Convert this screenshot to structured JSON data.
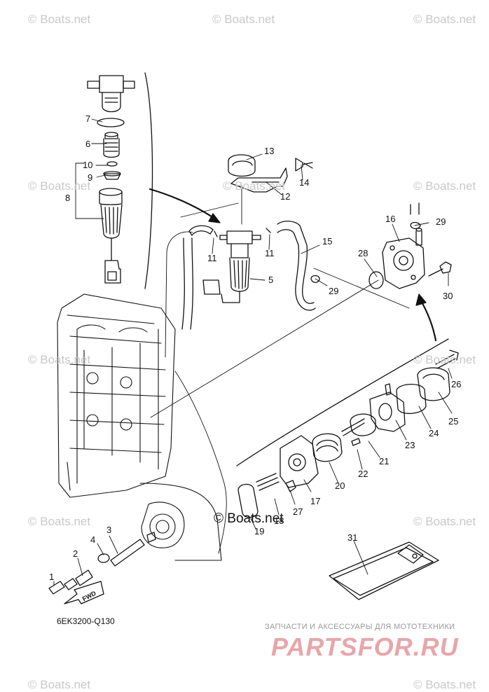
{
  "watermark": "© Boats.net",
  "copyright": "© Boats.net",
  "diagram_code": "6EK3200-Q130",
  "fwd_label": "FWD",
  "brand": {
    "tagline": "ЗАПЧАСТИ И АКСЕССУАРЫ ДЛЯ МОТОТЕХНИКИ",
    "logo": "PARTSFOR.RU",
    "color": "#e8a6aa"
  },
  "callouts": [
    {
      "id": "1",
      "label": "1"
    },
    {
      "id": "2",
      "label": "2"
    },
    {
      "id": "3",
      "label": "3"
    },
    {
      "id": "4",
      "label": "4"
    },
    {
      "id": "5",
      "label": "5"
    },
    {
      "id": "6",
      "label": "6"
    },
    {
      "id": "7",
      "label": "7"
    },
    {
      "id": "8",
      "label": "8"
    },
    {
      "id": "9",
      "label": "9"
    },
    {
      "id": "10",
      "label": "10"
    },
    {
      "id": "11a",
      "label": "11"
    },
    {
      "id": "11b",
      "label": "11"
    },
    {
      "id": "12",
      "label": "12"
    },
    {
      "id": "13",
      "label": "13"
    },
    {
      "id": "14",
      "label": "14"
    },
    {
      "id": "15",
      "label": "15"
    },
    {
      "id": "16",
      "label": "16"
    },
    {
      "id": "17",
      "label": "17"
    },
    {
      "id": "18",
      "label": "18"
    },
    {
      "id": "19",
      "label": "19"
    },
    {
      "id": "20",
      "label": "20"
    },
    {
      "id": "21",
      "label": "21"
    },
    {
      "id": "22",
      "label": "22"
    },
    {
      "id": "23",
      "label": "23"
    },
    {
      "id": "24",
      "label": "24"
    },
    {
      "id": "25",
      "label": "25"
    },
    {
      "id": "26",
      "label": "26"
    },
    {
      "id": "27",
      "label": "27"
    },
    {
      "id": "28",
      "label": "28"
    },
    {
      "id": "29a",
      "label": "29"
    },
    {
      "id": "29b",
      "label": "29"
    },
    {
      "id": "30",
      "label": "30"
    },
    {
      "id": "31",
      "label": "31"
    }
  ]
}
